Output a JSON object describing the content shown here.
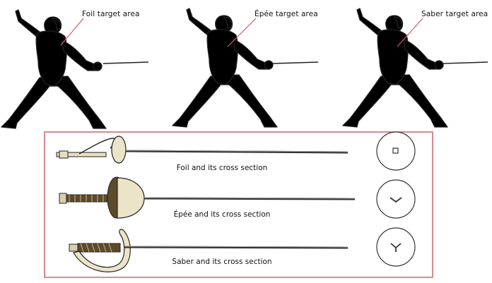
{
  "figures": [
    {
      "label": "Foil target area"
    },
    {
      "label": "Épée target area"
    },
    {
      "label": "Saber target area"
    }
  ],
  "weapons": [
    {
      "caption": "Foil and its cross section"
    },
    {
      "caption": "Épée and its cross section"
    },
    {
      "caption": "Saber and its cross section"
    }
  ],
  "colors": {
    "target": "#a7c6dc",
    "outline": "#222222",
    "leader": "#d35a6a",
    "frame": "#d46a72",
    "guard": "#ece4c8",
    "grip": "#5d4a2c"
  }
}
